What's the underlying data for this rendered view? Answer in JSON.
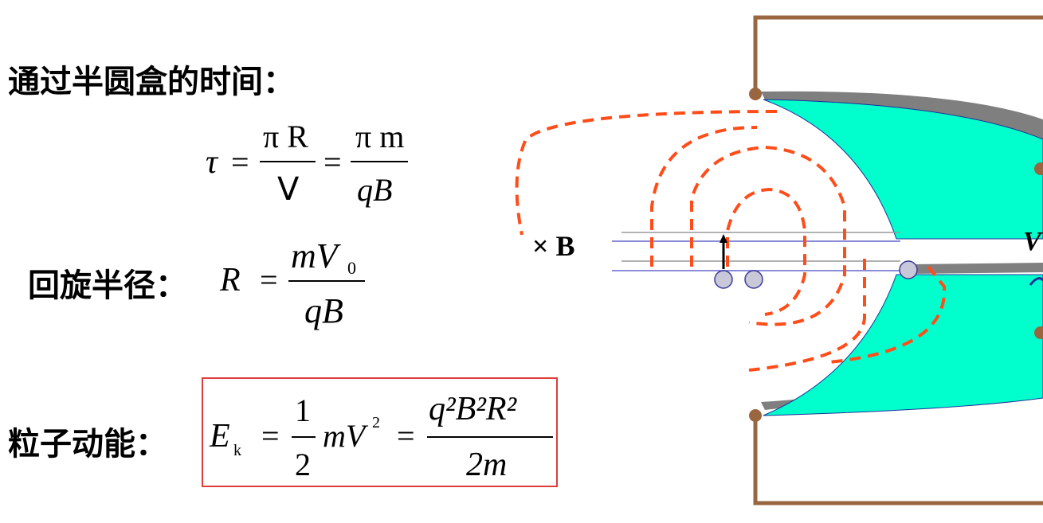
{
  "labels": {
    "time_title": "通过半圆盒的时间：",
    "radius_title": "回旋半径：",
    "energy_title": "粒子动能："
  },
  "formula_time": {
    "tau": "τ",
    "eq1": "=",
    "num1": "π R",
    "den1": "V",
    "eq2": "=",
    "num2": "π m",
    "den2": "qB"
  },
  "formula_radius": {
    "R": "R",
    "eq": "=",
    "num": "mV",
    "num_sub": "0",
    "den": "qB"
  },
  "formula_energy": {
    "E": "E",
    "E_sub": "k",
    "eq1": "=",
    "half_num": "1",
    "half_den": "2",
    "mv": "mV",
    "mv_sup": "2",
    "eq2": "=",
    "num": "q²B²R²",
    "den": "2m"
  },
  "diagram": {
    "field_label": "× B",
    "voltage_label": "V"
  },
  "colors": {
    "dee_fill": "#00ffcc",
    "frame": "#99663f",
    "path": "#ff4d1a",
    "box_border": "#e03b3b"
  }
}
